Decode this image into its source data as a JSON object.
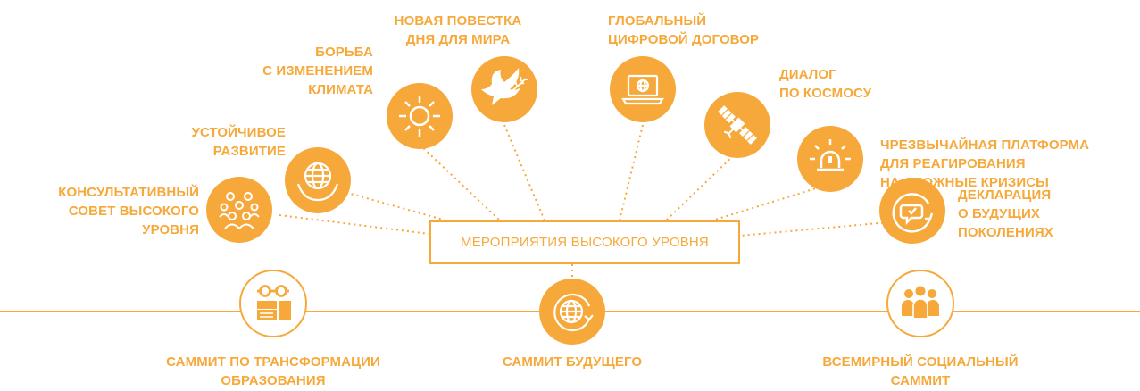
{
  "center": {
    "label": "МЕРОПРИЯТИЯ ВЫСОКОГО УРОВНЯ"
  },
  "topics": [
    {
      "label": "КОНСУЛЬТАТИВНЫЙ\nСОВЕТ ВЫСОКОГО\nУРОВНЯ",
      "icon": "people-group-icon"
    },
    {
      "label": "УСТОЙЧИВОЕ\nРАЗВИТИЕ",
      "icon": "globe-hands-icon"
    },
    {
      "label": "БОРЬБА\nС ИЗМЕНЕНИЕМ\nКЛИМАТА",
      "icon": "sun-icon"
    },
    {
      "label": "НОВАЯ ПОВЕСТКА\nДНЯ ДЛЯ МИРА",
      "icon": "dove-icon"
    },
    {
      "label": "ГЛОБАЛЬНЫЙ\nЦИФРОВОЙ ДОГОВОР",
      "icon": "laptop-globe-icon"
    },
    {
      "label": "ДИАЛОГ\nПО КОСМОСУ",
      "icon": "satellite-icon"
    },
    {
      "label": "ЧРЕЗВЫЧАЙНАЯ ПЛАТФОРМА\nДЛЯ РЕАГИРОВАНИЯ\nНА СЛОЖНЫЕ КРИЗИСЫ",
      "icon": "alarm-light-icon"
    },
    {
      "label": "ДЕКЛАРАЦИЯ\nО БУДУЩИХ\nПОКОЛЕНИЯХ",
      "icon": "chat-cycle-icon"
    }
  ],
  "summits": [
    {
      "label": "САММИТ ПО ТРАНСФОРМАЦИИ\nОБРАЗОВАНИЯ",
      "icon": "glasses-books-icon"
    },
    {
      "label": "САММИТ БУДУЩЕГО",
      "icon": "globe-cycle-icon"
    },
    {
      "label": "ВСЕМИРНЫЙ СОЦИАЛЬНЫЙ\nСАММИТ",
      "icon": "three-people-icon"
    }
  ],
  "colors": {
    "accent": "#f6a93a",
    "icon_fill": "#f6a93a",
    "icon_line": "#ffffff",
    "background": "#ffffff"
  }
}
